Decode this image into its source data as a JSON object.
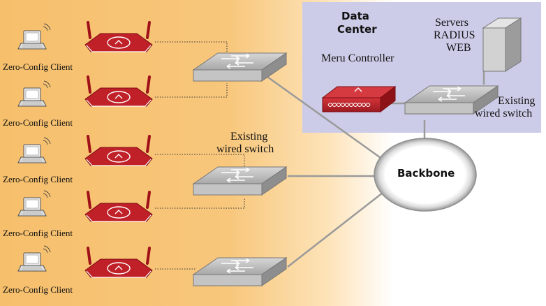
{
  "datacenter": {
    "title_line1": "Data",
    "title_line2": "Center",
    "controller_label": "Meru Controller",
    "servers_line1": "Servers",
    "servers_line2": "RADIUS",
    "servers_line3": "WEB",
    "switch_label_line1": "Existing",
    "switch_label_line2": "wired switch"
  },
  "backbone": {
    "label": "Backbone"
  },
  "mid_switch": {
    "label_line1": "Existing",
    "label_line2": "wired switch"
  },
  "clients": [
    {
      "label": "Zero-Config Client"
    },
    {
      "label": "Zero-Config Client"
    },
    {
      "label": "Zero-Config Client"
    },
    {
      "label": "Zero-Config Client"
    },
    {
      "label": "Zero-Config Client"
    }
  ],
  "colors": {
    "wireless_zone": "#f7c170",
    "datacenter_bg": "#cccce8",
    "ap_red": "#c02028",
    "switch_gray": "#b9b9b9",
    "link_gray": "#9a9a9a"
  }
}
